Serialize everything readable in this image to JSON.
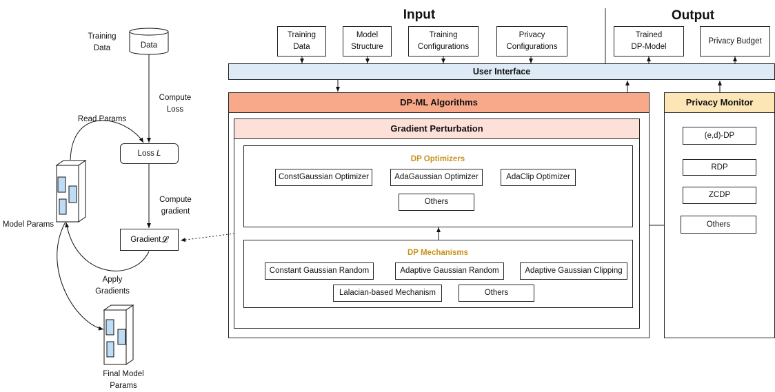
{
  "title_input": "Input",
  "title_output": "Output",
  "inputs": [
    {
      "label": "Training\nData"
    },
    {
      "label": "Model\nStructure"
    },
    {
      "label": "Training\nConfigurations"
    },
    {
      "label": "Privacy\nConfigurations"
    }
  ],
  "outputs": [
    {
      "label": "Trained\nDP-Model"
    },
    {
      "label": "Privacy Budget"
    }
  ],
  "user_interface": "User Interface",
  "dpml_header": "DP-ML Algorithms",
  "gradient_perturbation": "Gradient Perturbation",
  "dp_optimizers": {
    "title": "DP Optimizers",
    "items": [
      "ConstGaussian Optimizer",
      "AdaGaussian Optimizer",
      "AdaClip Optimizer",
      "Others"
    ]
  },
  "dp_mechanisms": {
    "title": "DP Mechanisms",
    "items": [
      "Constant Gaussian Random",
      "Adaptive Gaussian Random",
      "Adaptive Gaussian Clipping",
      "Lalacian-based Mechanism",
      "Others"
    ]
  },
  "privacy_monitor": {
    "title": "Privacy Monitor",
    "items": [
      "(e,d)-DP",
      "RDP",
      "ZCDP",
      "Others"
    ]
  },
  "left": {
    "training_data_label": "Training\nData",
    "data_cylinder": "Data",
    "compute_loss": "Compute\nLoss",
    "read_params": "Read Params",
    "loss_box": "Loss",
    "loss_symbol": "L",
    "compute_gradient": "Compute\ngradient",
    "gradient_box": "Gradient",
    "model_params": "Model Params",
    "apply_gradients": "Apply\nGradients",
    "final_model_params": "Final Model\nParams"
  },
  "colors": {
    "ui_bar": "#deebf7",
    "dpml_header": "#f8a98a",
    "gp_header": "#fde0d8",
    "monitor_header": "#fde6b5",
    "gold_text": "#c8921c",
    "cube_inner": "#bfdcf5"
  }
}
